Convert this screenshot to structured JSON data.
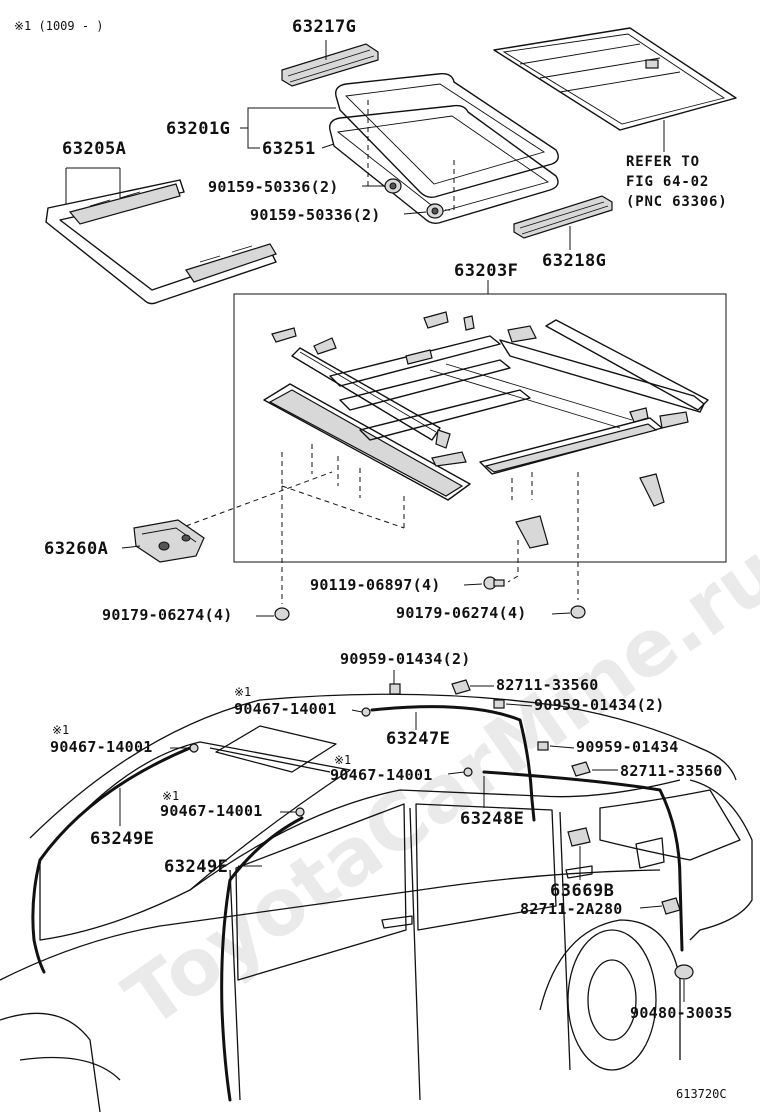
{
  "note_top": "※1 (1009 -      )",
  "watermark": "ToyotaCarMine.ru",
  "figure_code": "613720C",
  "reference_note": [
    "REFER TO",
    "FIG 64-02",
    "(PNC 63306)"
  ],
  "parts": {
    "p63217G": "63217G",
    "p63201G": "63201G",
    "p63251": "63251",
    "p63205A": "63205A",
    "p90159_a": "90159-50336(2)",
    "p90159_b": "90159-50336(2)",
    "p63218G": "63218G",
    "p63203F": "63203F",
    "p63260A": "63260A",
    "p90119": "90119-06897(4)",
    "p90179_a": "90179-06274(4)",
    "p90179_b": "90179-06274(4)",
    "p90959_a": "90959-01434(2)",
    "p82711_a": "82711-33560",
    "p90959_b": "90959-01434(2)",
    "p90959_c": "90959-01434",
    "p82711_b": "82711-33560",
    "p90467_a": "90467-14001",
    "p90467_b": "90467-14001",
    "p90467_c": "90467-14001",
    "p90467_d": "90467-14001",
    "p63247E": "63247E",
    "p63249E_a": "63249E",
    "p63249E_b": "63249E",
    "p63248E": "63248E",
    "p63669B": "63669B",
    "p82711_2A280": "82711-2A280",
    "p90480": "90480-30035"
  },
  "marker": "※1"
}
